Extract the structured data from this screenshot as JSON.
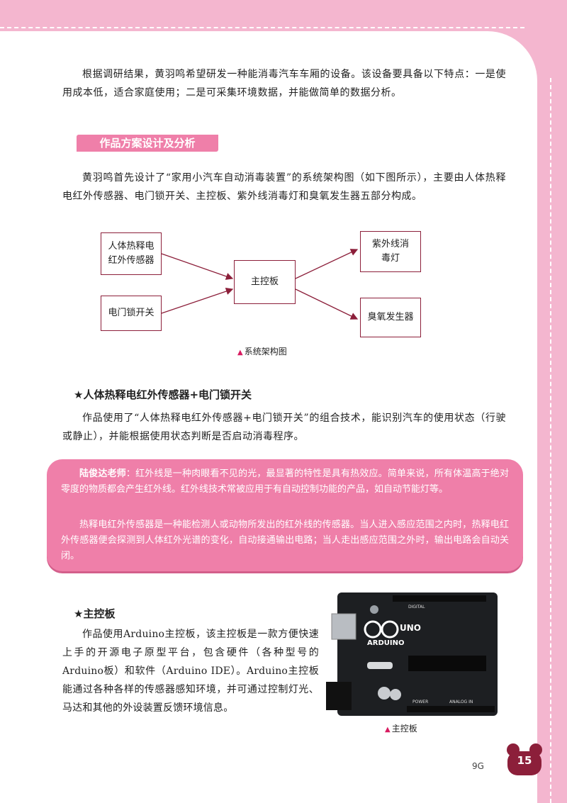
{
  "intro_paragraph": "根据调研结果，黄羽鸣希望研发一种能消毒汽车车厢的设备。该设备要具备以下特点：一是使用成本低，适合家庭使用；二是可采集环境数据，并能做简单的数据分析。",
  "section_title": "作品方案设计及分析",
  "design_paragraph": "黄羽鸣首先设计了“家用小汽车自动消毒装置”的系统架构图（如下图所示），主要由人体热释电红外传感器、电门锁开关、主控板、紫外线消毒灯和臭氧发生器五部分构成。",
  "diagram": {
    "box_sensor": "人体热释电红外传感器",
    "box_switch": "电门锁开关",
    "box_main": "主控板",
    "box_uv": "紫外线消毒灯",
    "box_ozone": "臭氧发生器",
    "caption": "系统架构图"
  },
  "heading_1": "★人体热释电红外传感器+电门锁开关",
  "combo_paragraph": "作品使用了“人体热释电红外传感器+电门锁开关”的组合技术，能识别汽车的使用状态（行驶或静止），并能根据使用状态判断是否启动消毒程序。",
  "teacher_note": {
    "speaker": "陆俊达老师",
    "text_1": "：红外线是一种肉眼看不见的光，最显著的特性是具有热效应。简单来说，所有体温高于绝对零度的物质都会产生红外线。红外线技术常被应用于有自动控制功能的产品，如自动节能灯等。",
    "text_2": "热释电红外传感器是一种能检测人或动物所发出的红外线的传感器。当人进入感应范围之内时，热释电红外传感器便会探测到人体红外光谱的变化，自动接通输出电路；当人走出感应范围之外时，输出电路会自动关闭。"
  },
  "heading_2": "★主控板",
  "board_paragraph": "作品使用Arduino主控板，该主控板是一款方便快速上手的开源电子原型平台，包含硬件（各种型号的Arduino板）和软件（Arduino IDE）。Arduino主控板能通过各种各样的传感器感知环境，并可通过控制灯光、马达和其他的外设装置反馈环境信息。",
  "board_caption": "主控板",
  "board_labels": {
    "brand": "ARDUINO",
    "model": "UNO",
    "digital": "DIGITAL",
    "power": "POWER",
    "analog": "ANALOG IN"
  },
  "page": {
    "dots": "9G",
    "number": "15"
  },
  "colors": {
    "frame_pink": "#f4b6cf",
    "accent_pink": "#ef7fa9",
    "box_border": "#8c1f3a"
  }
}
